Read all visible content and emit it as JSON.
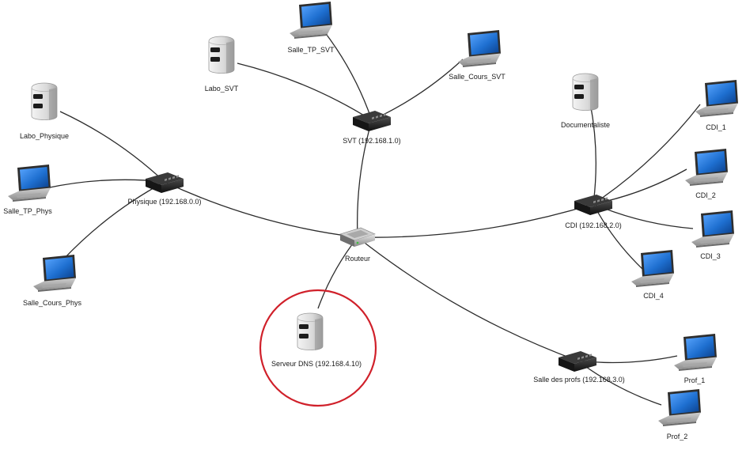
{
  "nodes": {
    "labo_svt": {
      "label": "Labo_SVT",
      "icon": "server-icon"
    },
    "salle_tp_svt": {
      "label": "Salle_TP_SVT",
      "icon": "laptop-icon"
    },
    "salle_cours_svt": {
      "label": "Salle_Cours_SVT",
      "icon": "laptop-icon"
    },
    "switch_svt": {
      "label": "SVT (192.168.1.0)",
      "icon": "switch-icon"
    },
    "labo_physique": {
      "label": "Labo_Physique",
      "icon": "server-icon"
    },
    "salle_tp_phys": {
      "label": "Salle_TP_Phys",
      "icon": "laptop-icon"
    },
    "salle_cours_phys": {
      "label": "Salle_Cours_Phys",
      "icon": "laptop-icon"
    },
    "switch_physique": {
      "label": "Physique (192.168.0.0)",
      "icon": "switch-icon"
    },
    "routeur": {
      "label": "Routeur",
      "icon": "router-icon"
    },
    "serveur_dns": {
      "label": "Serveur DNS (192.168.4.10)",
      "icon": "server-icon"
    },
    "documentaliste": {
      "label": "Documentaliste",
      "icon": "server-icon"
    },
    "switch_cdi": {
      "label": "CDI (192.168.2.0)",
      "icon": "switch-icon"
    },
    "cdi_1": {
      "label": "CDI_1",
      "icon": "laptop-icon"
    },
    "cdi_2": {
      "label": "CDI_2",
      "icon": "laptop-icon"
    },
    "cdi_3": {
      "label": "CDI_3",
      "icon": "laptop-icon"
    },
    "cdi_4": {
      "label": "CDI_4",
      "icon": "laptop-icon"
    },
    "switch_profs": {
      "label": "Salle des profs (192.168.3.0)",
      "icon": "switch-icon"
    },
    "prof_1": {
      "label": "Prof_1",
      "icon": "laptop-icon"
    },
    "prof_2": {
      "label": "Prof_2",
      "icon": "laptop-icon"
    }
  },
  "links": [
    [
      "switch_svt",
      "labo_svt"
    ],
    [
      "switch_svt",
      "salle_tp_svt"
    ],
    [
      "switch_svt",
      "salle_cours_svt"
    ],
    [
      "switch_svt",
      "routeur"
    ],
    [
      "switch_physique",
      "labo_physique"
    ],
    [
      "switch_physique",
      "salle_tp_phys"
    ],
    [
      "switch_physique",
      "salle_cours_phys"
    ],
    [
      "switch_physique",
      "routeur"
    ],
    [
      "routeur",
      "serveur_dns"
    ],
    [
      "routeur",
      "switch_cdi"
    ],
    [
      "routeur",
      "switch_profs"
    ],
    [
      "switch_cdi",
      "documentaliste"
    ],
    [
      "switch_cdi",
      "cdi_1"
    ],
    [
      "switch_cdi",
      "cdi_2"
    ],
    [
      "switch_cdi",
      "cdi_3"
    ],
    [
      "switch_cdi",
      "cdi_4"
    ],
    [
      "switch_profs",
      "prof_1"
    ],
    [
      "switch_profs",
      "prof_2"
    ]
  ],
  "highlight": {
    "node": "serveur_dns",
    "color": "#d0202a"
  },
  "colors": {
    "link": "#2b2b2b",
    "screen": "#1e6fd0",
    "device_dark": "#1c1c1c"
  }
}
